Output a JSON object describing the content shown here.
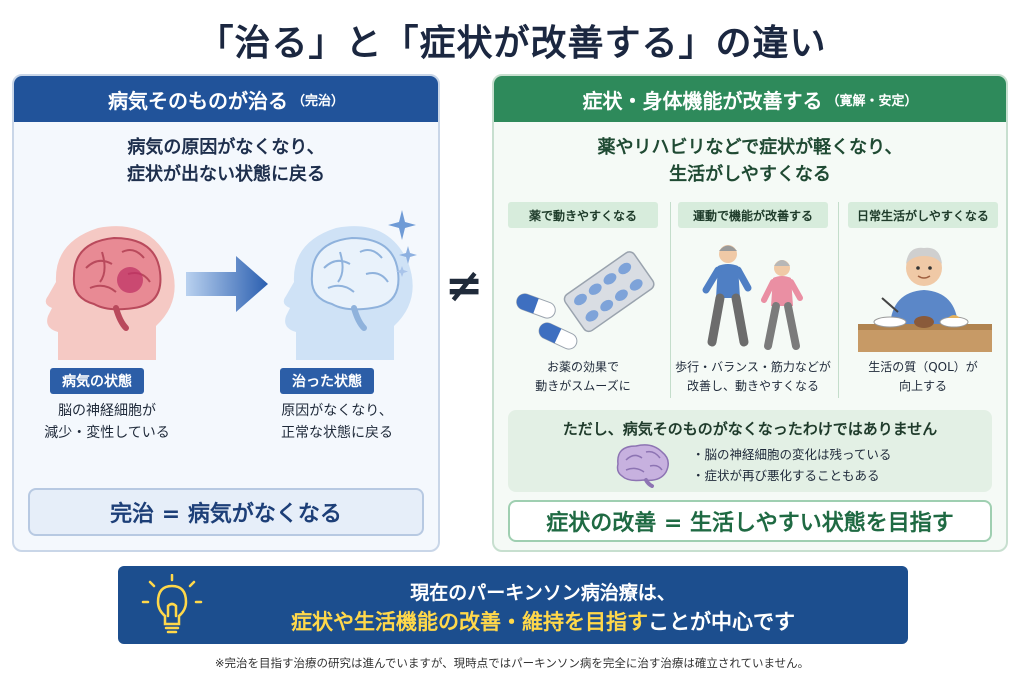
{
  "title": "「治る」と「症状が改善する」の違い",
  "left": {
    "header": "病気そのものが治る",
    "header_note": "（完治）",
    "lead_line1": "病気の原因がなくなり、",
    "lead_line2": "症状が出ない状態に戻る",
    "before": {
      "label": "病気の状態",
      "desc_line1": "脳の神経細胞が",
      "desc_line2": "減少・変性している"
    },
    "after": {
      "label": "治った状態",
      "desc_line1": "原因がなくなり、",
      "desc_line2": "正常な状態に戻る"
    },
    "footer": "完治 = 病気がなくなる"
  },
  "not_equal": "≠",
  "right": {
    "header": "症状・身体機能が改善する",
    "header_note": "（寛解・安定）",
    "lead_line1": "薬やリハビリなどで症状が軽くなり、",
    "lead_line2": "生活がしやすくなる",
    "cards": [
      {
        "tag": "薬で動きやすくなる",
        "desc_line1": "お薬の効果で",
        "desc_line2": "動きがスムーズに"
      },
      {
        "tag": "運動で機能が改善する",
        "desc_line1": "歩行・バランス・筋力などが",
        "desc_line2": "改善し、動きやすくなる"
      },
      {
        "tag": "日常生活がしやすくなる",
        "desc_line1": "生活の質（QOL）が",
        "desc_line2": "向上する"
      }
    ],
    "note_title": "ただし、病気そのものがなくなったわけではありません",
    "note_items": [
      "脳の神経細胞の変化は残っている",
      "症状が再び悪化することもある"
    ],
    "footer": "症状の改善 = 生活しやすい状態を目指す"
  },
  "banner": {
    "line1": "現在のパーキンソン病治療は、",
    "line2_highlight": "症状や生活機能の改善・維持を目指す",
    "line2_rest": "ことが中心です"
  },
  "footnote": "※完治を目指す治療の研究は進んでいますが、現時点ではパーキンソン病を完全に治す治療は確立されていません。",
  "colors": {
    "left_accent": "#21539a",
    "right_accent": "#2e8a5b",
    "banner_bg": "#1c4e8e",
    "banner_highlight": "#ffd84a"
  }
}
